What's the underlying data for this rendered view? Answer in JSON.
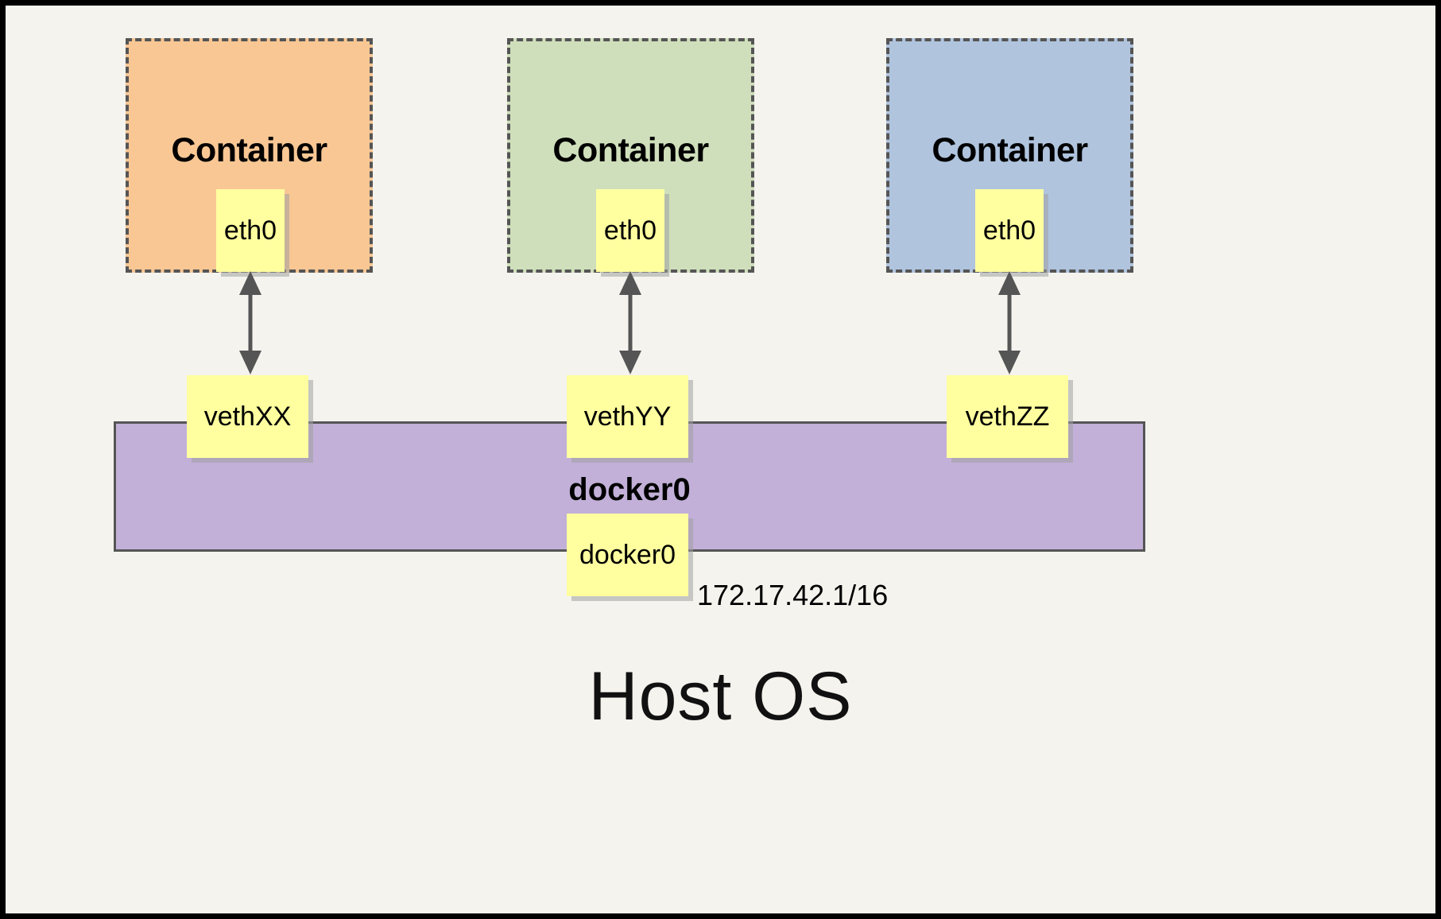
{
  "diagram": {
    "title_bottom": "Host OS",
    "background_color": "#f4f3ee",
    "frame_color": "#000000"
  },
  "containers": [
    {
      "label": "Container",
      "fill": "#f8c794",
      "interface": {
        "label": "eth0"
      },
      "veth": {
        "label": "vethXX"
      }
    },
    {
      "label": "Container",
      "fill": "#cfdfbb",
      "interface": {
        "label": "eth0"
      },
      "veth": {
        "label": "vethYY"
      }
    },
    {
      "label": "Container",
      "fill": "#b0c4de",
      "interface": {
        "label": "eth0"
      },
      "veth": {
        "label": "vethZZ"
      }
    }
  ],
  "bridge": {
    "title": "docker0",
    "chip_label": "docker0",
    "ip_label": "172.17.42.1/16",
    "fill": "#c2b0d8",
    "stroke": "#555555"
  },
  "arrows": {
    "style": "double-headed",
    "color": "#555555"
  }
}
